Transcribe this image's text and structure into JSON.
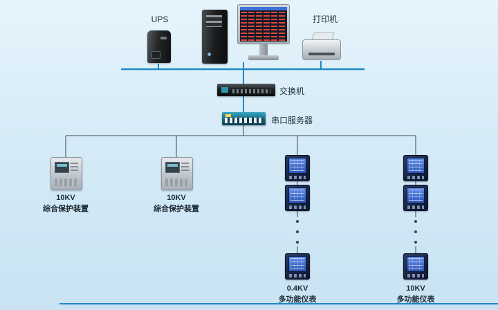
{
  "diagram": {
    "nodes": {
      "ups": {
        "label": "UPS"
      },
      "printer": {
        "label": "打印机"
      },
      "switch": {
        "label": "交换机"
      },
      "serial_server": {
        "label": "串口服务器"
      },
      "protection_a": {
        "voltage": "10KV",
        "name": "综合保护装置"
      },
      "protection_b": {
        "voltage": "10KV",
        "name": "综合保护装置"
      },
      "meter_chain_a": {
        "voltage": "0.4KV",
        "name": "多功能仪表"
      },
      "meter_chain_b": {
        "voltage": "10KV",
        "name": "多功能仪表"
      }
    },
    "colors": {
      "background_top": "#e6f4fc",
      "background_bottom": "#c9e3f3",
      "network_line": "#1e89c6",
      "signal_line": "#5c6b74",
      "meter_screen": "#3a66cc"
    }
  }
}
